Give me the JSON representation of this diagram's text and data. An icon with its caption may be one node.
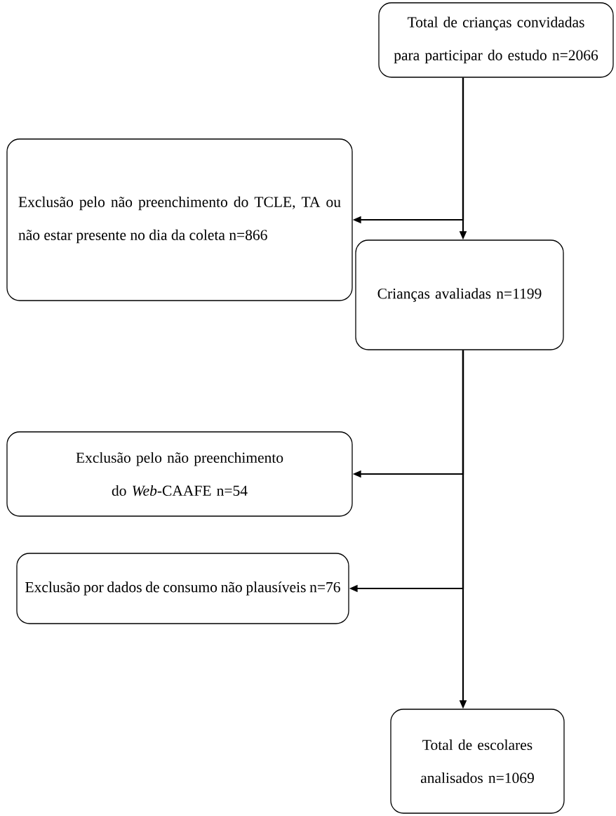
{
  "diagram": {
    "nodes": [
      {
        "text": [
          "Total de crianças convidadas para participar do estudo n=2066"
        ]
      },
      {
        "text": [
          "Exclusão pelo não preenchimento do TCLE, TA ou não estar presente no dia da coleta n=866"
        ]
      },
      {
        "text": [
          "Crianças avaliadas n=1199"
        ]
      },
      {
        "text": [
          "Exclusão pelo não preenchimento do *Web*-CAAFE n=54"
        ]
      },
      {
        "text": [
          "Exclusão por dados de consumo não plausíveis n=76"
        ]
      },
      {
        "text": [
          "Total de escolares analisados n=1069"
        ]
      }
    ],
    "edges": [
      {
        "from": 0,
        "to": 2,
        "arrow": "to"
      },
      {
        "from": 0,
        "to": 1,
        "arrow": "to"
      },
      {
        "from": 2,
        "to": 5,
        "arrow": "to"
      },
      {
        "from": 2,
        "to": 3,
        "arrow": "to"
      },
      {
        "from": 2,
        "to": 4,
        "arrow": "to"
      }
    ]
  }
}
